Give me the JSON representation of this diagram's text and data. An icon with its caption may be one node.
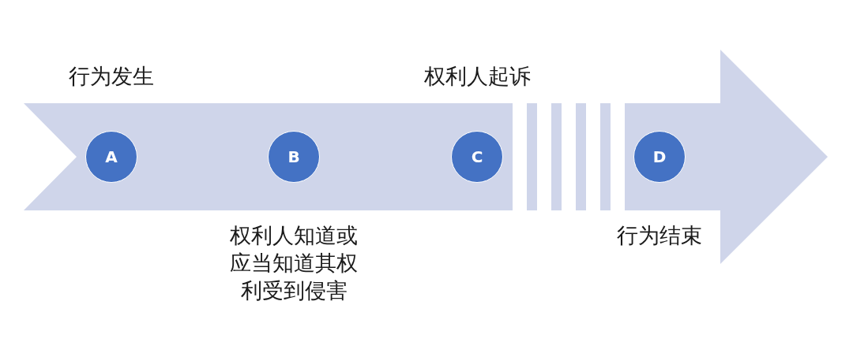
{
  "diagram": {
    "nodes": [
      {
        "text": [
          "A"
        ],
        "beside": [
          "行为发生"
        ]
      },
      {
        "text": [
          "B"
        ],
        "beside": [
          "权利人知道或应当知道其权利受到侵害"
        ]
      },
      {
        "text": [
          "C"
        ],
        "beside": [
          "权利人起诉"
        ]
      },
      {
        "text": [
          "D"
        ],
        "beside": [
          "行为结束"
        ]
      }
    ]
  }
}
